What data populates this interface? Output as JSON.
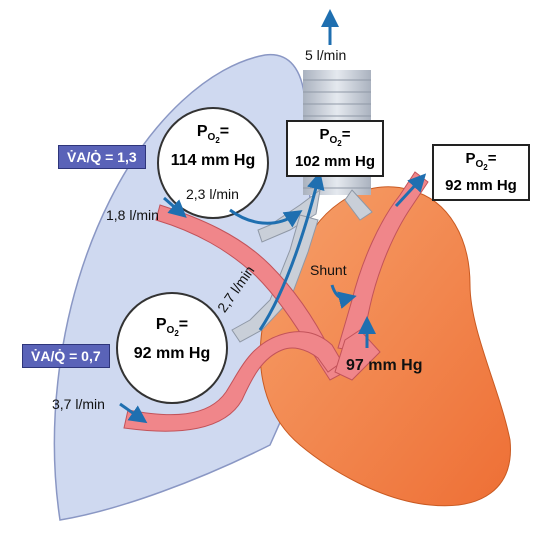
{
  "diagram": {
    "trachea_flow": "5 l/min",
    "upper_alveolus": {
      "po2_label": "PO2=",
      "value": "114 mm Hg",
      "flow": "2,3 l/min"
    },
    "lower_alveolus": {
      "po2_label": "PO2=",
      "value": "92 mm Hg",
      "flow": "2,7 l/min"
    },
    "airway_box": {
      "po2_label": "PO2=",
      "value": "102 mm Hg"
    },
    "aorta_box": {
      "po2_label": "PO2=",
      "value": "92 mm Hg"
    },
    "ratio_upper": "V̇A/Q̇ = 1,3",
    "ratio_lower": "V̇A/Q̇ = 0,7",
    "perfusion_upper": "1,8 l/min",
    "perfusion_lower": "3,7 l/min",
    "shunt_label": "Shunt",
    "mixed_value": "97 mm Hg",
    "colors": {
      "lung_fill": "#cfd9f0",
      "lung_stroke": "#8a97c4",
      "heart_fill": "#f4874d",
      "vessel_fill": "#f0868a",
      "arrow": "#1f6fb0",
      "badge": "#5a63b8",
      "airway": "#c9cfd8"
    },
    "icons": [
      "up-arrow-icon",
      "flow-arrow-icon"
    ]
  }
}
